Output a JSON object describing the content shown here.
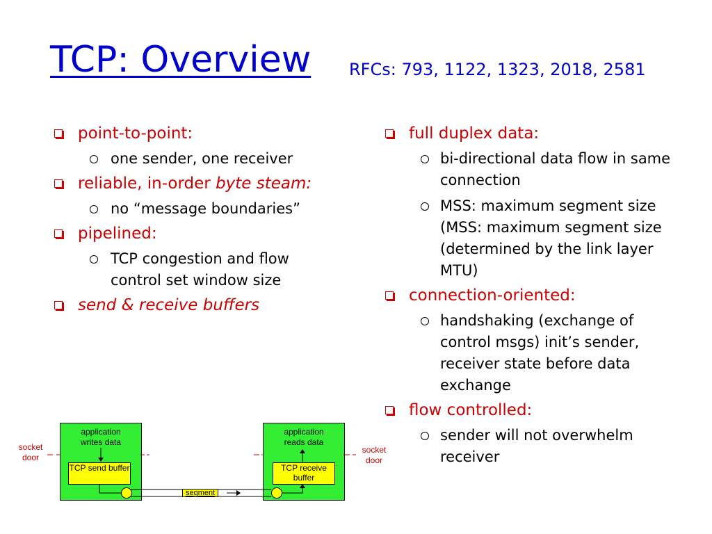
{
  "title": "TCP: Overview",
  "subtitle": "RFCs: 793, 1122, 1323, 2018, 2581",
  "left": {
    "b1": "point-to-point:",
    "b1s1": "one sender, one receiver",
    "b2a": "reliable, in-order ",
    "b2b": "byte steam:",
    "b2s1": "no “message boundaries”",
    "b3": "pipelined:",
    "b3s1": "TCP congestion and flow control set window size",
    "b4": "send & receive buffers"
  },
  "right": {
    "b1": "full duplex data:",
    "b1s1": "bi-directional data flow in same connection",
    "b1s2": "MSS: maximum segment size (MSS: maximum segment size (determined by the link layer MTU)",
    "b2": "connection-oriented:",
    "b2s1": "handshaking (exchange of control msgs) init’s sender, receiver state before data exchange",
    "b3": "flow controlled:",
    "b3s1": "sender will not overwhelm receiver"
  },
  "diagram": {
    "left_app": "application writes data",
    "left_buf": "TCP send buffer",
    "right_app": "application reads data",
    "right_buf": "TCP receive buffer",
    "segment": "segment",
    "socket_left": "socket door",
    "socket_right": "socket door"
  },
  "colors": {
    "title": "#0000cc",
    "bullet": "#cc0000",
    "box": "#33ee33",
    "buffer": "#ffff00"
  }
}
